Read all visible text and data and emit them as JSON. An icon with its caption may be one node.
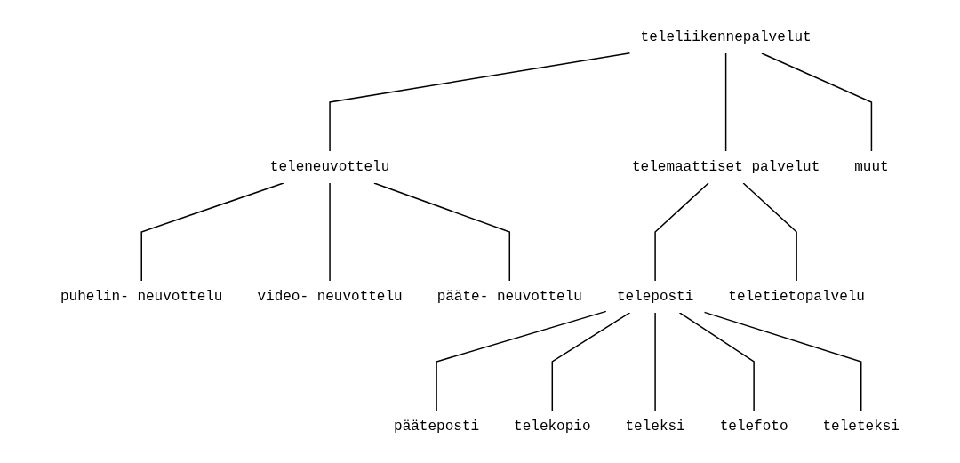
{
  "diagram": {
    "nodes": [
      {
        "text": [
          "teleliikennepalvelut"
        ]
      },
      {
        "text": [
          "teleneuvottelu"
        ]
      },
      {
        "text": [
          "telemaattiset palvelut"
        ]
      },
      {
        "text": [
          "muut"
        ]
      },
      {
        "text": [
          "puhelin- neuvottelu"
        ]
      },
      {
        "text": [
          "video- neuvottelu"
        ]
      },
      {
        "text": [
          "pääte- neuvottelu"
        ]
      },
      {
        "text": [
          "teleposti"
        ]
      },
      {
        "text": [
          "teletietopalvelu"
        ]
      },
      {
        "text": [
          "pääteposti"
        ]
      },
      {
        "text": [
          "telekopio"
        ]
      },
      {
        "text": [
          "teleksi"
        ]
      },
      {
        "text": [
          "telefoto"
        ]
      },
      {
        "text": [
          "teleteksi"
        ]
      }
    ],
    "edges": [
      {
        "from": 0,
        "to": 1,
        "arrow": "none"
      },
      {
        "from": 0,
        "to": 2,
        "arrow": "none"
      },
      {
        "from": 0,
        "to": 3,
        "arrow": "none"
      },
      {
        "from": 1,
        "to": 4,
        "arrow": "none"
      },
      {
        "from": 1,
        "to": 5,
        "arrow": "none"
      },
      {
        "from": 1,
        "to": 6,
        "arrow": "none"
      },
      {
        "from": 2,
        "to": 7,
        "arrow": "none"
      },
      {
        "from": 2,
        "to": 8,
        "arrow": "none"
      },
      {
        "from": 7,
        "to": 9,
        "arrow": "none"
      },
      {
        "from": 7,
        "to": 10,
        "arrow": "none"
      },
      {
        "from": 7,
        "to": 11,
        "arrow": "none"
      },
      {
        "from": 7,
        "to": 12,
        "arrow": "none"
      },
      {
        "from": 7,
        "to": 13,
        "arrow": "none"
      }
    ]
  }
}
